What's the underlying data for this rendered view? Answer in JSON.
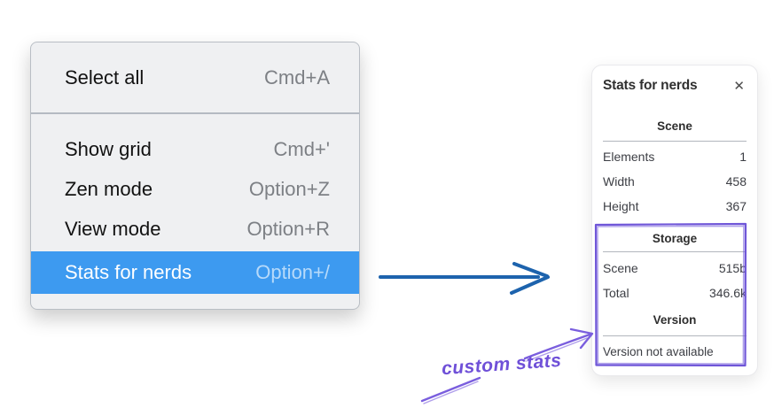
{
  "context_menu": {
    "items": [
      {
        "label": "Select all",
        "shortcut": "Cmd+A",
        "highlighted": false
      },
      {
        "label": "Show grid",
        "shortcut": "Cmd+'",
        "highlighted": false
      },
      {
        "label": "Zen mode",
        "shortcut": "Option+Z",
        "highlighted": false
      },
      {
        "label": "View mode",
        "shortcut": "Option+R",
        "highlighted": false
      },
      {
        "label": "Stats for nerds",
        "shortcut": "Option+/",
        "highlighted": true
      }
    ],
    "colors": {
      "highlight_bg": "#3d9af0",
      "menu_bg": "#eff0f2"
    }
  },
  "stats_panel": {
    "title": "Stats for nerds",
    "close_icon": "✕",
    "scene": {
      "heading": "Scene",
      "rows": [
        {
          "label": "Elements",
          "value": "1"
        },
        {
          "label": "Width",
          "value": "458"
        },
        {
          "label": "Height",
          "value": "367"
        }
      ]
    },
    "storage": {
      "heading": "Storage",
      "rows": [
        {
          "label": "Scene",
          "value": "515b"
        },
        {
          "label": "Total",
          "value": "346.6k"
        }
      ]
    },
    "version": {
      "heading": "Version",
      "note": "Version not available"
    }
  },
  "annotation": {
    "label": "custom stats",
    "color": "#6f50d8"
  },
  "colors": {
    "flow_arrow": "#1d63ad",
    "sketch_purple": "#6f56d8"
  }
}
